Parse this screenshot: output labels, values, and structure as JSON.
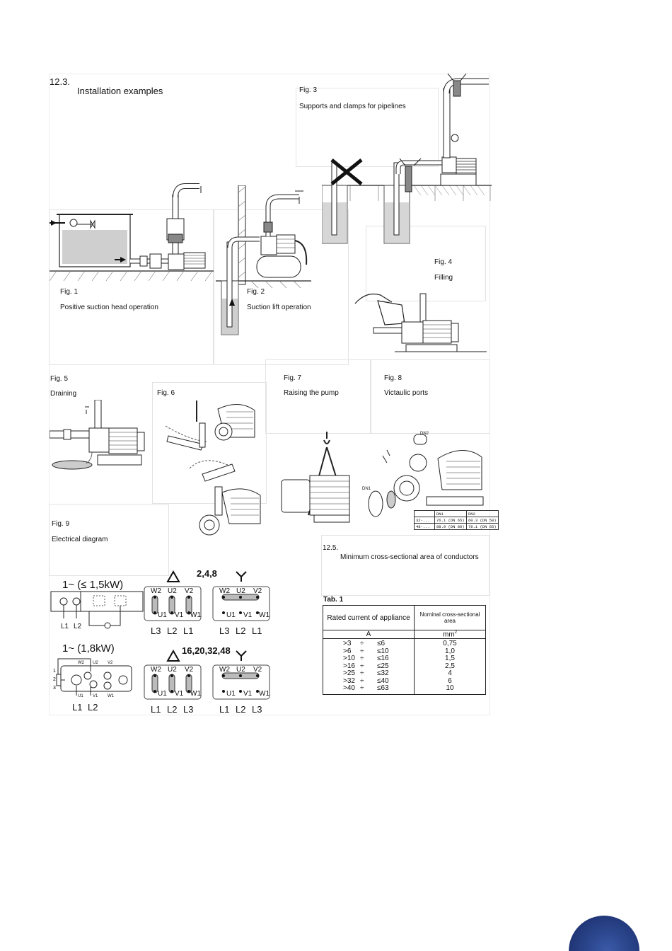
{
  "section_12_3": {
    "number": "12.3.",
    "title": "Installation examples"
  },
  "figures": {
    "fig1": {
      "label": "Fig. 1",
      "caption": "Positive suction head operation"
    },
    "fig2": {
      "label": "Fig. 2",
      "caption": "Suction lift operation"
    },
    "fig3": {
      "label": "Fig. 3",
      "caption": "Supports and clamps for pipelines"
    },
    "fig4": {
      "label": "Fig. 4",
      "caption": "Filling"
    },
    "fig5": {
      "label": "Fig. 5",
      "caption": "Draining"
    },
    "fig6": {
      "label": "Fig. 6"
    },
    "fig7": {
      "label": "Fig. 7",
      "caption": "Raising the pump"
    },
    "fig8": {
      "label": "Fig. 8",
      "caption": "Victaulic ports"
    },
    "fig9": {
      "label": "Fig. 9",
      "caption": "Electrical diagram"
    }
  },
  "victaulic_table": {
    "headers": [
      "",
      "DN1",
      "DN2"
    ],
    "rows": [
      [
        "32-...",
        "76.1 (DN 65)",
        "60.3 (DN 50)"
      ],
      [
        "48-...",
        "88.9 (DN 80)",
        "76.1 (DN 65)"
      ]
    ],
    "dn1_label": "DN1",
    "dn2_label": "DN2"
  },
  "electrical": {
    "single_phase_small": "1~ (≤ 1,5kW)",
    "single_phase_large": "1~ (1,8kW)",
    "models_a": "2,4,8",
    "models_b": "16,20,32,48",
    "top_terminals": [
      "W2",
      "U2",
      "V2"
    ],
    "bottom_terminals": [
      "U1",
      "V1",
      "W1"
    ],
    "lines_delta_a": [
      "L3",
      "L2",
      "L1"
    ],
    "lines_star_a": [
      "L3",
      "L2",
      "L1"
    ],
    "lines_delta_b": [
      "L1",
      "L2",
      "L3"
    ],
    "lines_star_b": [
      "L1",
      "L2",
      "L3"
    ],
    "single_lines": [
      "L1",
      "L2"
    ],
    "side_numbers": [
      "1",
      "2",
      "3"
    ]
  },
  "section_12_5": {
    "number": "12.5.",
    "title": "Minimum cross-sectional area of conductors"
  },
  "table1": {
    "label": "Tab. 1",
    "col1_header": "Rated current of appliance",
    "col1_unit": "A",
    "col2_header": "Nominal cross-sectional area",
    "col2_unit": "mm",
    "col2_unit_sup": "2",
    "ranges": [
      {
        "from": ">3",
        "sep": "÷",
        "to": "≤6",
        "area": "0,75"
      },
      {
        "from": ">6",
        "sep": "÷",
        "to": "≤10",
        "area": "1,0"
      },
      {
        "from": ">10",
        "sep": "÷",
        "to": "≤16",
        "area": "1,5"
      },
      {
        "from": ">16",
        "sep": "÷",
        "to": "≤25",
        "area": "2,5"
      },
      {
        "from": ">25",
        "sep": "÷",
        "to": "≤32",
        "area": "4"
      },
      {
        "from": ">32",
        "sep": "÷",
        "to": "≤40",
        "area": "6"
      },
      {
        "from": ">40",
        "sep": "÷",
        "to": "≤63",
        "area": "10"
      }
    ]
  },
  "colors": {
    "page_badge": "#1d3170"
  }
}
